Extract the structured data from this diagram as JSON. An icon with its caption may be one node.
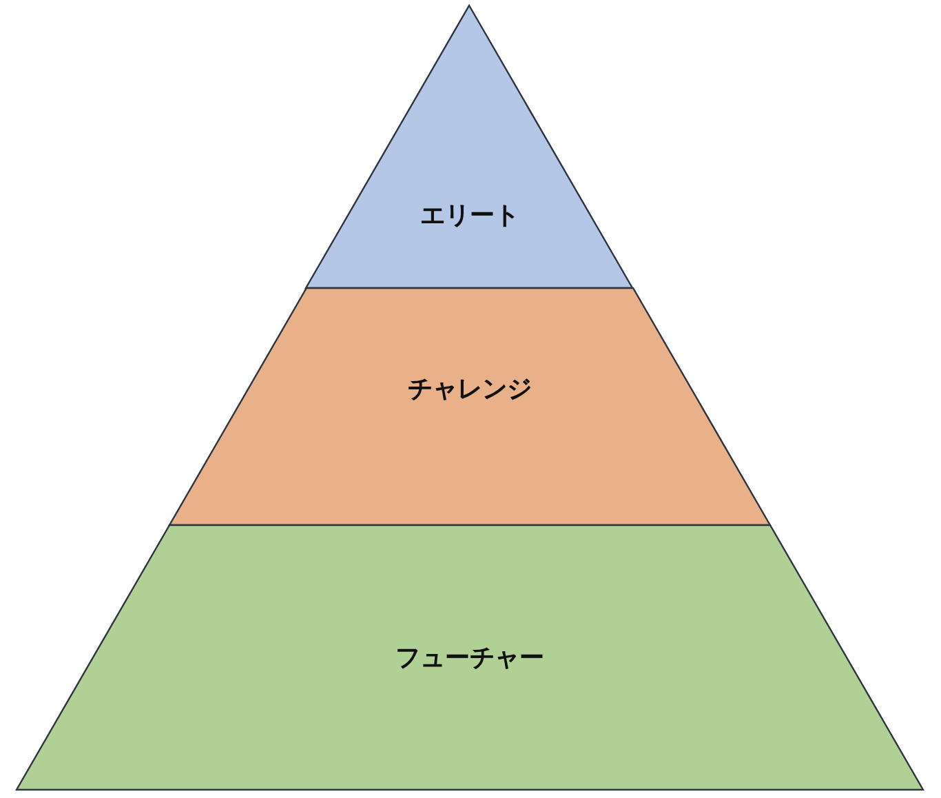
{
  "diagram": {
    "nodes": [
      {
        "text": [
          "エリート"
        ]
      },
      {
        "text": [
          "チャレンジ"
        ]
      },
      {
        "text": [
          "フューチャー"
        ]
      }
    ]
  }
}
